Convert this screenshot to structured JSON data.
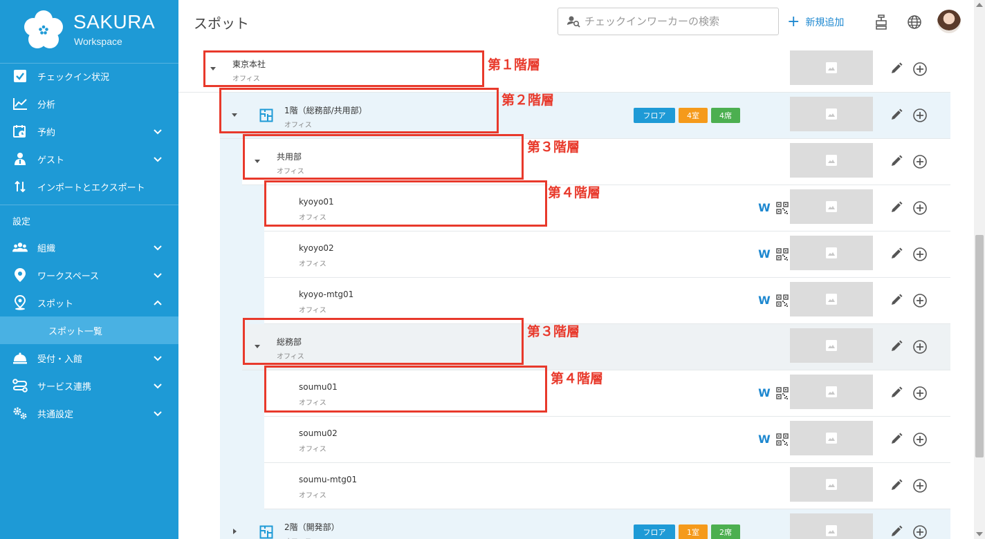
{
  "brand": {
    "name": "SAKURA",
    "product": "Workspace"
  },
  "sidebar": {
    "items": [
      {
        "label": "チェックイン状況",
        "icon": "checkbox-icon",
        "chevron": ""
      },
      {
        "label": "分析",
        "icon": "chart-icon",
        "chevron": ""
      },
      {
        "label": "予約",
        "icon": "calendar-clock-icon",
        "chevron": "down"
      },
      {
        "label": "ゲスト",
        "icon": "guest-icon",
        "chevron": "down"
      },
      {
        "label": "インポートとエクスポート",
        "icon": "import-export-icon",
        "chevron": ""
      },
      {
        "label": "組織",
        "icon": "people-icon",
        "chevron": "down"
      },
      {
        "label": "ワークスペース",
        "icon": "location-pin-icon",
        "chevron": "down"
      },
      {
        "label": "スポット",
        "icon": "spot-pin-icon",
        "chevron": "up"
      },
      {
        "label": "受付・入館",
        "icon": "bell-icon",
        "chevron": "down"
      },
      {
        "label": "サービス連携",
        "icon": "integration-icon",
        "chevron": "down"
      },
      {
        "label": "共通設定",
        "icon": "cogs-icon",
        "chevron": "down"
      }
    ],
    "section_label": "設定",
    "sub_item": "スポット一覧"
  },
  "header": {
    "title": "スポット",
    "search_placeholder": "チェックインワーカーの検索",
    "add_label": "新規追加"
  },
  "rows": [
    {
      "name": "東京本社",
      "sub": "オフィス",
      "level": 1,
      "expander": "down"
    },
    {
      "name": "1階（総務部/共用部）",
      "sub": "オフィス",
      "level": 2,
      "expander": "down",
      "floor_icon": true,
      "tags": [
        "フロア",
        "4室",
        "4席"
      ]
    },
    {
      "name": "共用部",
      "sub": "オフィス",
      "level": 3,
      "expander": "down"
    },
    {
      "name": "kyoyo01",
      "sub": "オフィス",
      "level": 4,
      "w": true,
      "qr": true
    },
    {
      "name": "kyoyo02",
      "sub": "オフィス",
      "level": 4,
      "w": true,
      "qr": true
    },
    {
      "name": "kyoyo-mtg01",
      "sub": "オフィス",
      "level": 4,
      "w": true,
      "qr": true
    },
    {
      "name": "総務部",
      "sub": "オフィス",
      "level": 3,
      "expander": "down"
    },
    {
      "name": "soumu01",
      "sub": "オフィス",
      "level": 4,
      "w": true,
      "qr": true
    },
    {
      "name": "soumu02",
      "sub": "オフィス",
      "level": 4,
      "w": true,
      "qr": true
    },
    {
      "name": "soumu-mtg01",
      "sub": "オフィス",
      "level": 4
    },
    {
      "name": "2階（開発部）",
      "sub": "オフィス",
      "level": 2,
      "expander": "right",
      "floor_icon": true,
      "tags": [
        "フロア",
        "1室",
        "2席"
      ]
    }
  ],
  "tag_colors": {
    "フロア": "#1e9ad6",
    "室": "#f59a1b",
    "席": "#4caf50"
  },
  "annotations": [
    "第１階層",
    "第２階層",
    "第３階層",
    "第４階層",
    "第３階層",
    "第４階層"
  ],
  "colors": {
    "sidebar": "#1e9ad6",
    "accent": "#1e88d0",
    "annotation": "#e8392b"
  }
}
